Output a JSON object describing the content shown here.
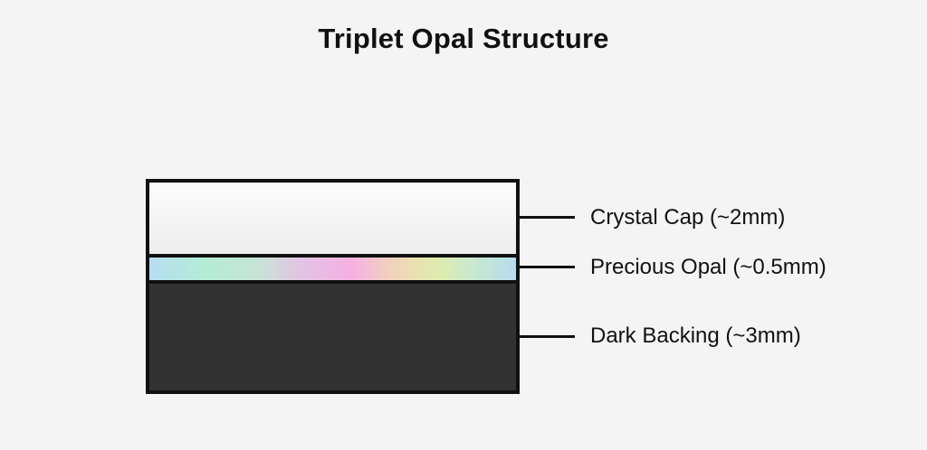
{
  "title": "Triplet Opal Structure",
  "diagram": {
    "layers": [
      {
        "id": "crystal-cap",
        "name": "Crystal Cap",
        "label": "Crystal Cap (~2mm)"
      },
      {
        "id": "precious-opal",
        "name": "Precious Opal",
        "label": "Precious Opal (~0.5mm)"
      },
      {
        "id": "dark-backing",
        "name": "Dark Backing",
        "label": "Dark Backing (~3mm)"
      }
    ]
  },
  "colors": {
    "page_background": "#f4f4f4",
    "outline": "#111111",
    "text": "#111111",
    "crystal_cap_gradient": [
      "#fdfdfd",
      "#ededed"
    ],
    "dark_backing": "#323232",
    "opal_gradient_stops": [
      "#b7def2 0%",
      "#b4ecd6 15%",
      "#c8e4d8 30%",
      "#e4c2e4 42%",
      "#f6b0e2 55%",
      "#f2cfc0 65%",
      "#eadfb2 72%",
      "#ddedae 79%",
      "#c9e8ce 88%",
      "#b6ddee 100%"
    ]
  }
}
